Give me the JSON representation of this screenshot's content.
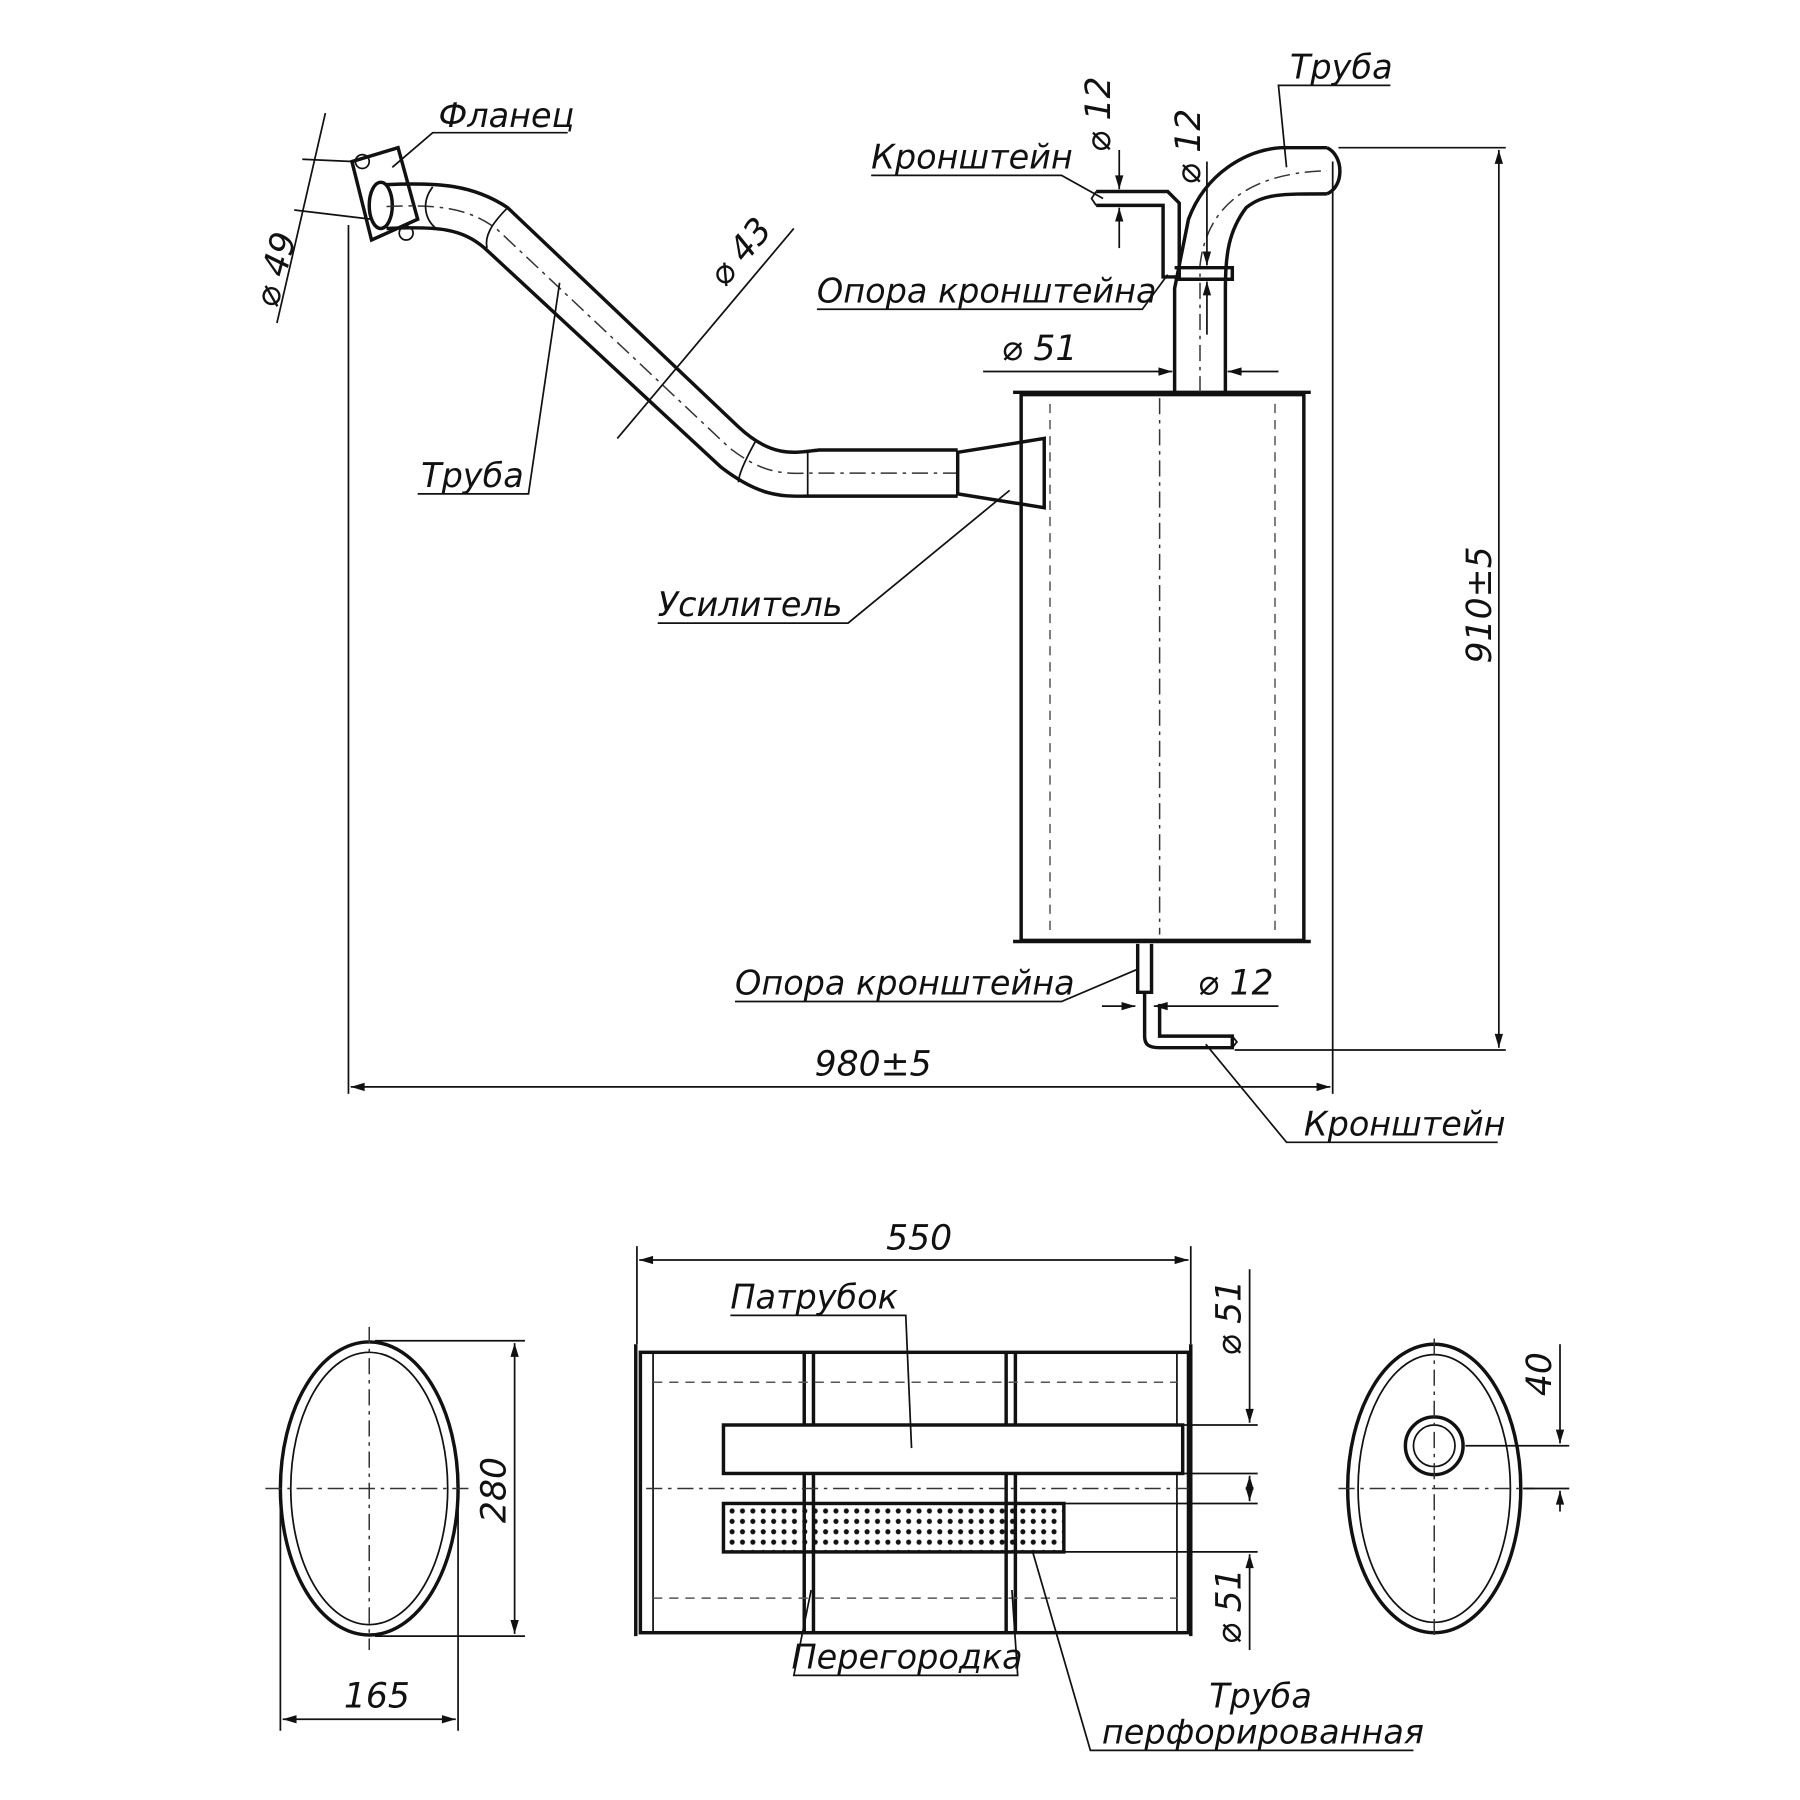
{
  "labels": {
    "flange": "Фланец",
    "pipe_inlet": "Труба",
    "pipe_outlet": "Труба",
    "reinforcer": "Усилитель",
    "bracket_top": "Кронштейн",
    "bracket_support_top": "Опора кронштейна",
    "bracket_support_bottom": "Опора кронштейна",
    "bracket_bottom": "Кронштейн",
    "nozzle": "Патрубок",
    "partition": "Перегородка",
    "perforated_pipe_1": "Труба",
    "perforated_pipe_2": "перфорированная"
  },
  "dimensions": {
    "flange_dia": "⌀ 49",
    "pipe_dia": "⌀ 43",
    "bracket_dia_1": "⌀ 12",
    "bracket_dia_2": "⌀ 12",
    "outlet_dia": "⌀ 51",
    "bracket_dia_bottom": "⌀ 12",
    "height_total": "910±5",
    "width_total": "980±5",
    "body_length": "550",
    "body_height": "280",
    "body_width": "165",
    "nozzle_dia_top": "⌀ 51",
    "nozzle_dia_bottom": "⌀ 51",
    "outlet_offset": "40"
  }
}
